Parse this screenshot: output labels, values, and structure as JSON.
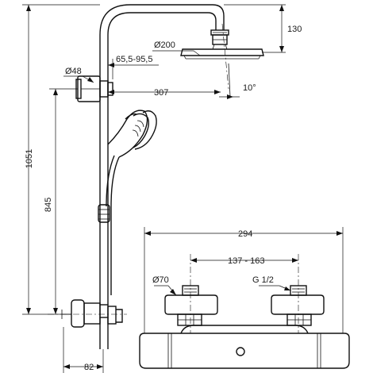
{
  "dimensions": {
    "d_130": "130",
    "d_200": "Ø200",
    "d_48": "Ø48",
    "d_range": "65,5-95,5",
    "d_307": "307",
    "d_10": "10°",
    "d_1051": "1051",
    "d_845": "845",
    "d_294": "294",
    "d_137_163": "137 - 163",
    "d_70": "Ø70",
    "d_g12": "G 1/2",
    "d_82": "82"
  }
}
